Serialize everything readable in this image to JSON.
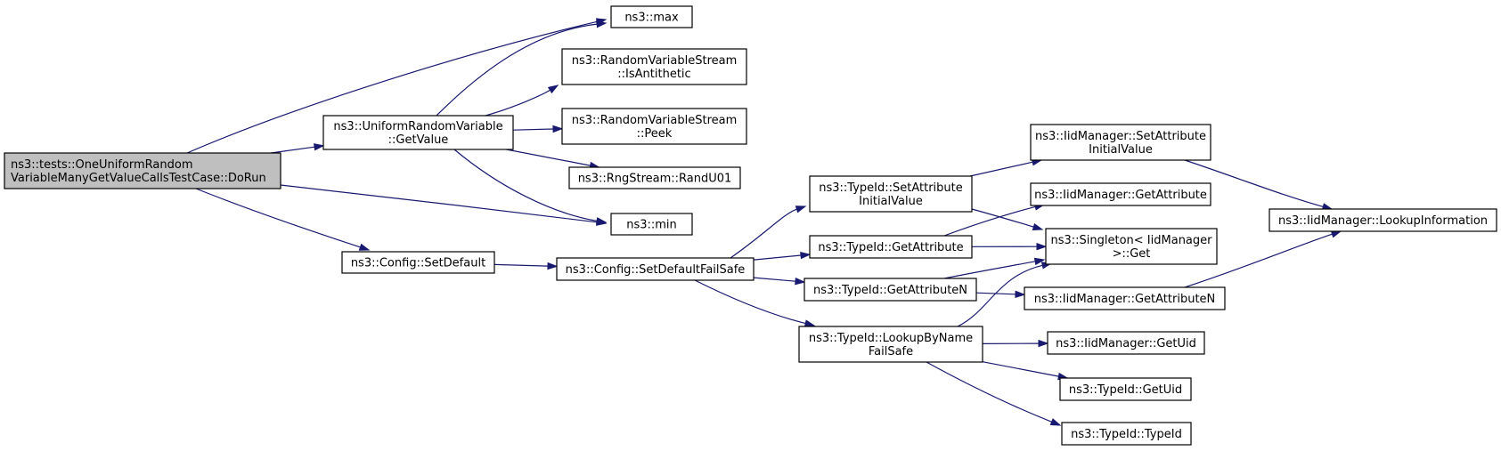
{
  "graph": {
    "nodes": [
      {
        "id": "dorun",
        "root": true,
        "lines": [
          "ns3::tests::OneUniformRandom",
          "VariableManyGetValueCallsTestCase::DoRun"
        ]
      },
      {
        "id": "getvalue",
        "lines": [
          "ns3::UniformRandomVariable",
          "::GetValue"
        ]
      },
      {
        "id": "max",
        "lines": [
          "ns3::max"
        ]
      },
      {
        "id": "isantithetic",
        "lines": [
          "ns3::RandomVariableStream",
          "::IsAntithetic"
        ]
      },
      {
        "id": "peek",
        "lines": [
          "ns3::RandomVariableStream",
          "::Peek"
        ]
      },
      {
        "id": "randu01",
        "lines": [
          "ns3::RngStream::RandU01"
        ]
      },
      {
        "id": "min",
        "lines": [
          "ns3::min"
        ]
      },
      {
        "id": "setdefault",
        "lines": [
          "ns3::Config::SetDefault"
        ]
      },
      {
        "id": "setdefaultfs",
        "lines": [
          "ns3::Config::SetDefaultFailSafe"
        ]
      },
      {
        "id": "tid_setattr",
        "lines": [
          "ns3::TypeId::SetAttribute",
          "InitialValue"
        ]
      },
      {
        "id": "tid_getattr",
        "lines": [
          "ns3::TypeId::GetAttribute"
        ]
      },
      {
        "id": "tid_getattrn",
        "lines": [
          "ns3::TypeId::GetAttributeN"
        ]
      },
      {
        "id": "tid_lookup",
        "lines": [
          "ns3::TypeId::LookupByName",
          "FailSafe"
        ]
      },
      {
        "id": "iid_setattr",
        "lines": [
          "ns3::IidManager::SetAttribute",
          "InitialValue"
        ]
      },
      {
        "id": "iid_getattr",
        "lines": [
          "ns3::IidManager::GetAttribute"
        ]
      },
      {
        "id": "singleton",
        "lines": [
          "ns3::Singleton< IidManager",
          ">::Get"
        ]
      },
      {
        "id": "iid_getattrn",
        "lines": [
          "ns3::IidManager::GetAttributeN"
        ]
      },
      {
        "id": "iid_getuid",
        "lines": [
          "ns3::IidManager::GetUid"
        ]
      },
      {
        "id": "tid_getuid",
        "lines": [
          "ns3::TypeId::GetUid"
        ]
      },
      {
        "id": "tid_typeid",
        "lines": [
          "ns3::TypeId::TypeId"
        ]
      },
      {
        "id": "iid_lookupinfo",
        "lines": [
          "ns3::IidManager::LookupInformation"
        ]
      }
    ],
    "edges": [
      {
        "from": "dorun",
        "to": "getvalue"
      },
      {
        "from": "dorun",
        "to": "max"
      },
      {
        "from": "dorun",
        "to": "min"
      },
      {
        "from": "dorun",
        "to": "setdefault"
      },
      {
        "from": "getvalue",
        "to": "max"
      },
      {
        "from": "getvalue",
        "to": "isantithetic"
      },
      {
        "from": "getvalue",
        "to": "peek"
      },
      {
        "from": "getvalue",
        "to": "randu01"
      },
      {
        "from": "getvalue",
        "to": "min"
      },
      {
        "from": "setdefault",
        "to": "setdefaultfs"
      },
      {
        "from": "setdefaultfs",
        "to": "tid_setattr"
      },
      {
        "from": "setdefaultfs",
        "to": "tid_getattr"
      },
      {
        "from": "setdefaultfs",
        "to": "tid_getattrn"
      },
      {
        "from": "setdefaultfs",
        "to": "tid_lookup"
      },
      {
        "from": "tid_setattr",
        "to": "iid_setattr"
      },
      {
        "from": "tid_setattr",
        "to": "singleton"
      },
      {
        "from": "tid_getattr",
        "to": "iid_getattr"
      },
      {
        "from": "tid_getattr",
        "to": "singleton"
      },
      {
        "from": "tid_getattrn",
        "to": "singleton"
      },
      {
        "from": "tid_getattrn",
        "to": "iid_getattrn"
      },
      {
        "from": "tid_lookup",
        "to": "singleton"
      },
      {
        "from": "tid_lookup",
        "to": "iid_getuid"
      },
      {
        "from": "tid_lookup",
        "to": "tid_getuid"
      },
      {
        "from": "tid_lookup",
        "to": "tid_typeid"
      },
      {
        "from": "iid_setattr",
        "to": "iid_lookupinfo"
      },
      {
        "from": "iid_getattrn",
        "to": "iid_lookupinfo"
      }
    ]
  }
}
